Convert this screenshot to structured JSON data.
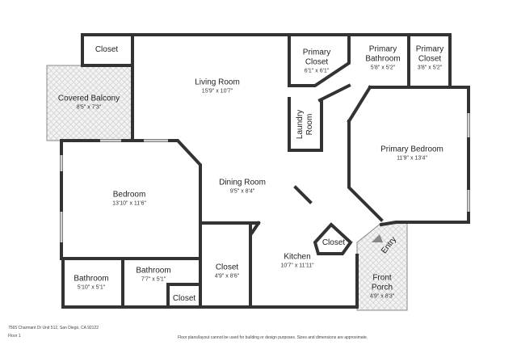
{
  "rooms": [
    {
      "key": "closet_top",
      "name": "Closet",
      "dims": ""
    },
    {
      "key": "balcony",
      "name": "Covered Balcony",
      "dims": "8'5\" x 7'3\""
    },
    {
      "key": "living",
      "name": "Living Room",
      "dims": "15'9\" x 10'7\""
    },
    {
      "key": "primary_closet_1",
      "name": "Primary\nCloset",
      "dims": "6'1\" x 6'1\""
    },
    {
      "key": "primary_bath",
      "name": "Primary\nBathroom",
      "dims": "5'8\" x 5'2\""
    },
    {
      "key": "primary_closet_2",
      "name": "Primary\nCloset",
      "dims": "3'8\" x 5'2\""
    },
    {
      "key": "laundry",
      "name": "Laundry\nRoom",
      "dims": ""
    },
    {
      "key": "primary_bed",
      "name": "Primary Bedroom",
      "dims": "11'9\" x 13'4\""
    },
    {
      "key": "bedroom",
      "name": "Bedroom",
      "dims": "13'10\" x 11'6\""
    },
    {
      "key": "dining",
      "name": "Dining Room",
      "dims": "9'5\" x 8'4\""
    },
    {
      "key": "closet_mid",
      "name": "Closet",
      "dims": ""
    },
    {
      "key": "entry",
      "name": "Entry",
      "dims": ""
    },
    {
      "key": "kitchen",
      "name": "Kitchen",
      "dims": "10'7\" x 11'11\""
    },
    {
      "key": "closet_hall",
      "name": "Closet",
      "dims": "4'9\" x 8'6\""
    },
    {
      "key": "bath_1",
      "name": "Bathroom",
      "dims": "5'10\" x 5'1\""
    },
    {
      "key": "bath_2",
      "name": "Bathroom",
      "dims": "7'7\" x 5'1\""
    },
    {
      "key": "front_porch",
      "name": "Front\nPorch",
      "dims": "4'9\" x 8'3\""
    },
    {
      "key": "closet_small",
      "name": "Closet",
      "dims": ""
    }
  ],
  "footer": {
    "address": "7565 Charmant Dr Unit 512, San Diego, CA 92122",
    "floor": "Floor 1",
    "disclaimer": "Floor plans/layout cannot be used for building or design purposes. Sizes and dimensions are approximate."
  },
  "colors": {
    "wall": "#333333",
    "floor": "#ffffff",
    "window": "#cccccc",
    "pattern": "#d4d4d4"
  }
}
